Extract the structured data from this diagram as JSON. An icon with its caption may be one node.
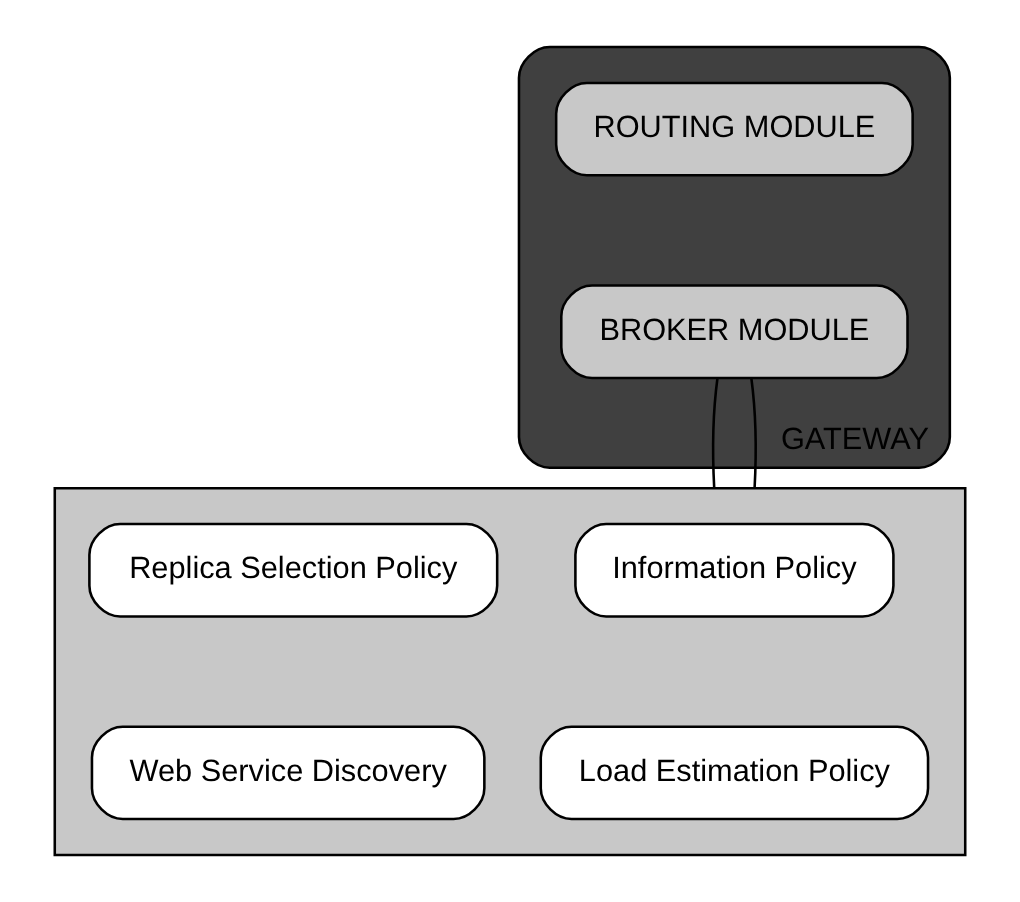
{
  "diagram": {
    "nodes": [
      {
        "text": [
          "GATEWAY"
        ]
      },
      {
        "text": [
          "ROUTING MODULE"
        ],
        "in": 0
      },
      {
        "text": [
          "BROKER MODULE"
        ],
        "in": 0
      },
      {
        "text": [],
        "shape": "box"
      },
      {
        "text": [
          "Information Policy"
        ],
        "in": 3
      },
      {
        "text": [
          "Replica Selection Policy"
        ],
        "in": 3
      },
      {
        "text": [
          "Load Estimation Policy"
        ],
        "in": 3
      },
      {
        "text": [
          "Web Service Discovery"
        ],
        "in": 3
      }
    ],
    "edges": [
      {
        "from": 2,
        "to": 3,
        "arrow": "none"
      },
      {
        "from": 2,
        "to": 3,
        "arrow": "none"
      }
    ]
  }
}
